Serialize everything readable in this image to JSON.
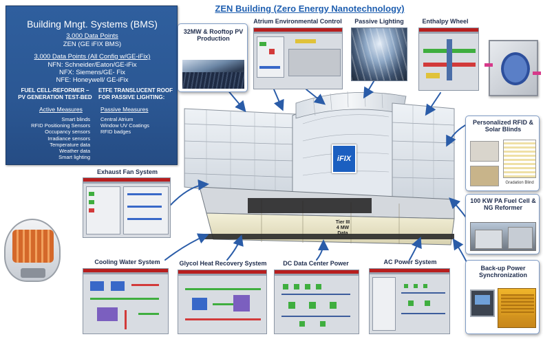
{
  "title": "ZEN Building (Zero Energy Nanotechnology)",
  "bms": {
    "heading": "Building Mngt. Systems (BMS)",
    "data_points_link": "3,000 Data Points",
    "zen_line": "ZEN (GE iFIX BMS)",
    "config_heading": "3,000 Data Points (All Config w/GE-iFix)",
    "config_lines": [
      "NFN: Schneider/Eaton/GE-iFix",
      "NFX: Siemens/GE- Fix",
      "NFE: Honeywell/ GE-iFix"
    ],
    "left_caption": "Fuel Cell-Reformer – PV Generation Test-Bed",
    "right_caption": "ETFE Translucent Roof for Passive Lighting:",
    "active_heading": "Active Measures",
    "active_items": [
      "Smart blinds",
      "RFID Positioning Sensors",
      "Occupancy sensors",
      "Irradiance sensors",
      "Temperature data",
      "Weather data",
      "Smart lighting"
    ],
    "passive_heading": "Passive Measures",
    "passive_items": [
      "Central Atrium",
      "Window UV Coatings",
      "RFID badges"
    ]
  },
  "callouts": {
    "pv": "32MW & Rooftop PV Production",
    "atrium": "Atrium Environmental Control",
    "passive": "Passive Lighting",
    "enthalpy": "Enthalpy Wheel",
    "rfid": "Personalized RFID & Solar Blinds",
    "exhaust": "Exhaust Fan System",
    "fuelcell": "100 KW PA Fuel Cell & NG Reformer",
    "cooling": "Cooling Water System",
    "glycol": "Glycol Heat Recovery System",
    "dc": "DC Data Center Power",
    "ac": "AC Power System",
    "backup": "Back-up Power Synchronization"
  },
  "building": {
    "logo": "iFIX",
    "datacenter_lines": [
      "Tier III",
      "4 MW",
      "Data"
    ]
  },
  "rfid_photo_caption": "Gradation Blind",
  "colors": {
    "accent": "#1f5fb0",
    "panel": "#2b5793",
    "arrow": "#2a5ca8",
    "hmi_red": "#b81e1e"
  }
}
